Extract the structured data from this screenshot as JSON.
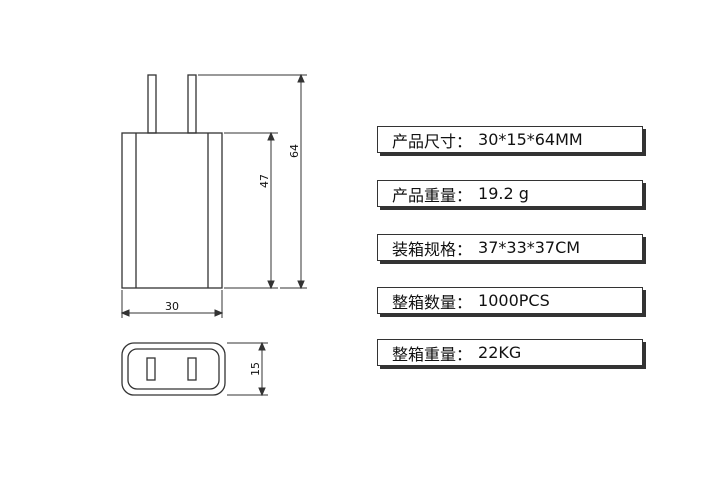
{
  "dimensions": {
    "width": "30",
    "height_body": "47",
    "height_total": "64",
    "depth": "15"
  },
  "specs": [
    {
      "label": "产品尺寸",
      "sep": "：",
      "value": "30*15*64MM"
    },
    {
      "label": "产品重量",
      "sep": "：",
      "value": "19.2 g"
    },
    {
      "label": "装箱规格",
      "sep": "：",
      "value": "37*33*37CM"
    },
    {
      "label": "整箱数量",
      "sep": "：",
      "value": "1000PCS"
    },
    {
      "label": "整箱重量",
      "sep": "：",
      "value": "22KG"
    }
  ],
  "colors": {
    "line": "#333333",
    "text": "#111111",
    "background": "#ffffff"
  }
}
